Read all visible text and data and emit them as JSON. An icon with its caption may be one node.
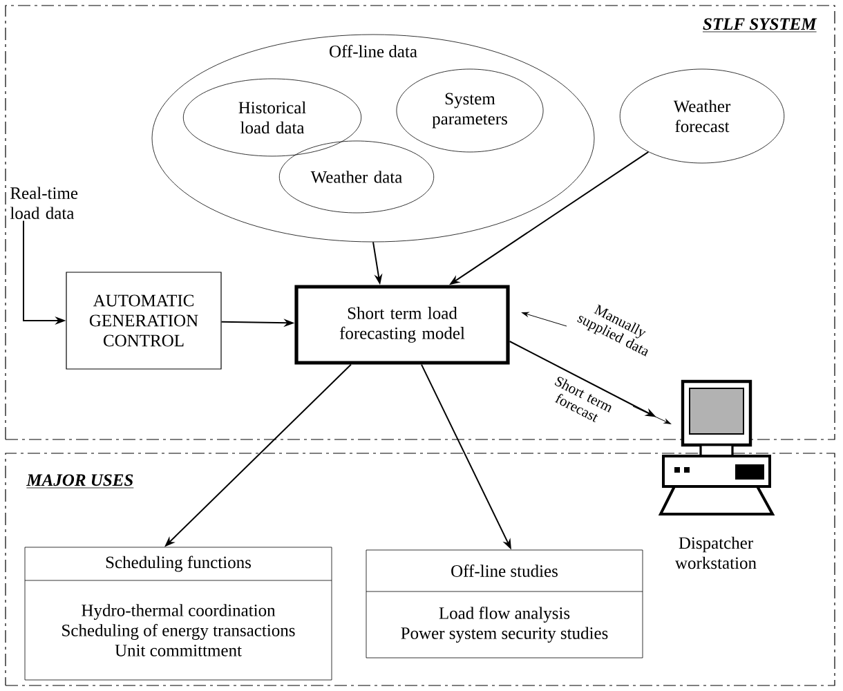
{
  "diagram": {
    "nodes": [
      {
        "text": [
          "STLF SYSTEM"
        ]
      },
      {
        "text": [
          "Off-line data"
        ],
        "in": 0
      },
      {
        "text": [
          "Historical load data"
        ],
        "in": 1
      },
      {
        "text": [
          "System parameters"
        ],
        "in": 1
      },
      {
        "text": [
          "Weather data"
        ],
        "in": 1
      },
      {
        "text": [
          "Weather forecast"
        ],
        "in": 0
      },
      {
        "text": [
          "Real-time load data"
        ],
        "in": 0
      },
      {
        "text": [
          "AUTOMATIC GENERATION CONTROL"
        ],
        "in": 0
      },
      {
        "text": [
          "Short term load forecasting model"
        ],
        "in": 0
      },
      {
        "text": [
          "MAJOR USES"
        ]
      },
      {
        "text": [
          "Scheduling functions",
          "Hydro-thermal coordination",
          "Scheduling of energy transactions",
          "Unit committment"
        ],
        "in": 9
      },
      {
        "text": [
          "Off-line studies",
          "Load flow analysis",
          "Power system security studies"
        ],
        "in": 9
      },
      {
        "text": [],
        "shape": "picture",
        "beside": [
          "Dispatcher workstation"
        ]
      }
    ],
    "edges": [
      {
        "from": 6,
        "to": 7,
        "arrow": "to"
      },
      {
        "from": 7,
        "to": 8,
        "arrow": "to"
      },
      {
        "from": 1,
        "to": 8,
        "arrow": "to"
      },
      {
        "from": 5,
        "to": 8,
        "arrow": "to"
      },
      {
        "from": 8,
        "to": 12,
        "arrow": "to",
        "label": "Short term forecast"
      },
      {
        "from": 8,
        "to": 10,
        "arrow": "to"
      },
      {
        "from": 8,
        "to": 11,
        "arrow": "to"
      }
    ],
    "labels": [
      "Manually supplied data"
    ]
  }
}
